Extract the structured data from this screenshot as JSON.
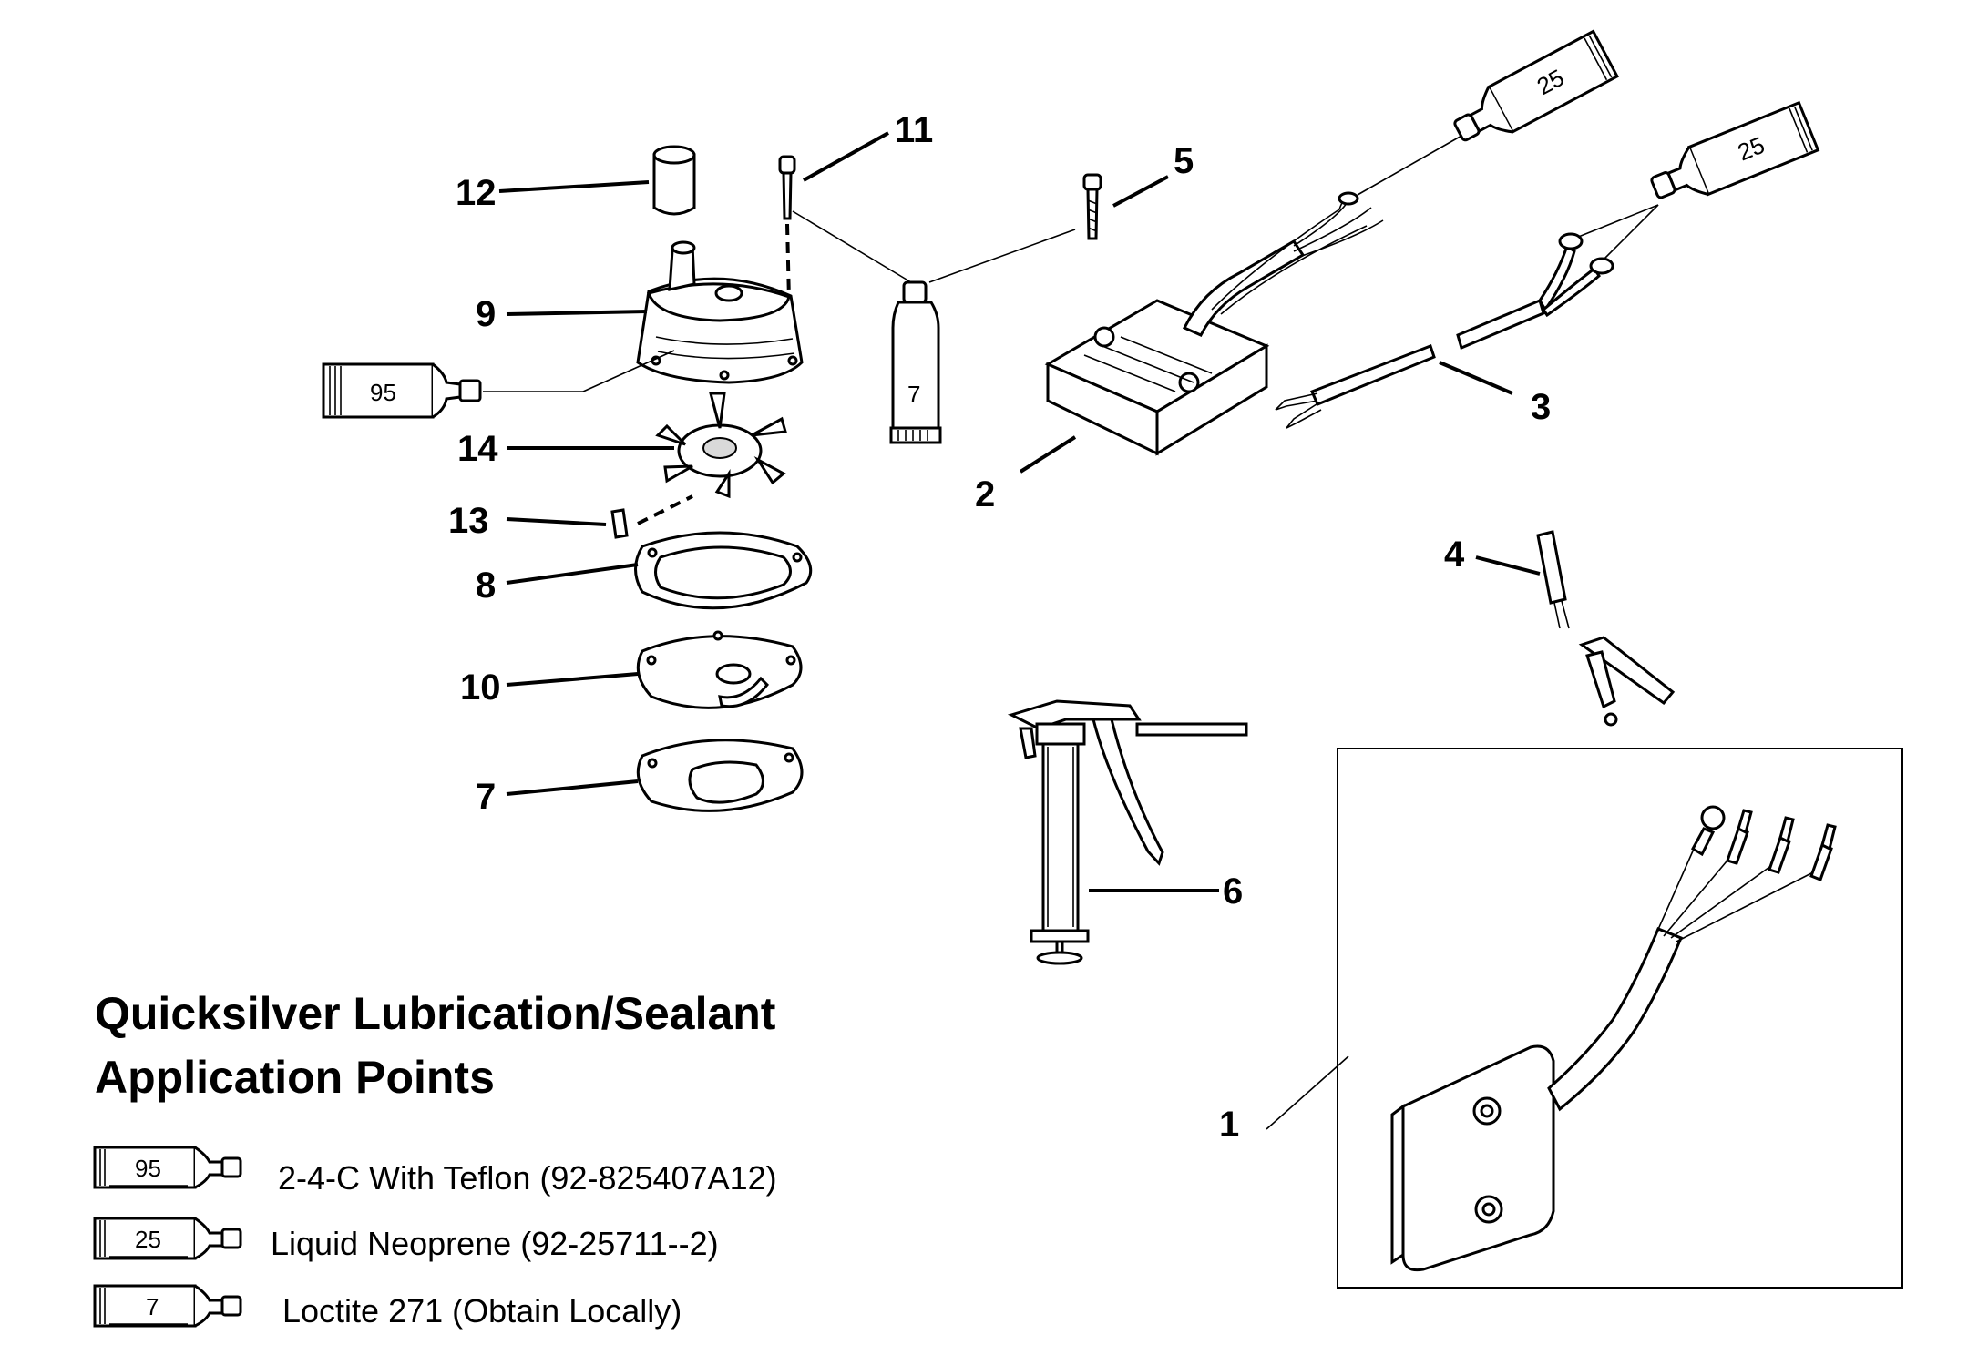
{
  "title": {
    "line1": "Quicksilver Lubrication/Sealant",
    "line2": "Application Points"
  },
  "callouts": {
    "c1": "1",
    "c2": "2",
    "c3": "3",
    "c4": "4",
    "c5": "5",
    "c6": "6",
    "c7": "7",
    "c8": "8",
    "c9": "9",
    "c10": "10",
    "c11": "11",
    "c12": "12",
    "c13": "13",
    "c14": "14"
  },
  "tubes": {
    "t95": "95",
    "t25a": "25",
    "t25b": "25",
    "t7": "7"
  },
  "legend": [
    {
      "tube": "95",
      "text": "2-4-C  With Teflon (92-825407A12)"
    },
    {
      "tube": "25",
      "text": "Liquid Neoprene (92-25711--2)"
    },
    {
      "tube": "7",
      "text": "Loctite 271 (Obtain Locally)"
    }
  ]
}
